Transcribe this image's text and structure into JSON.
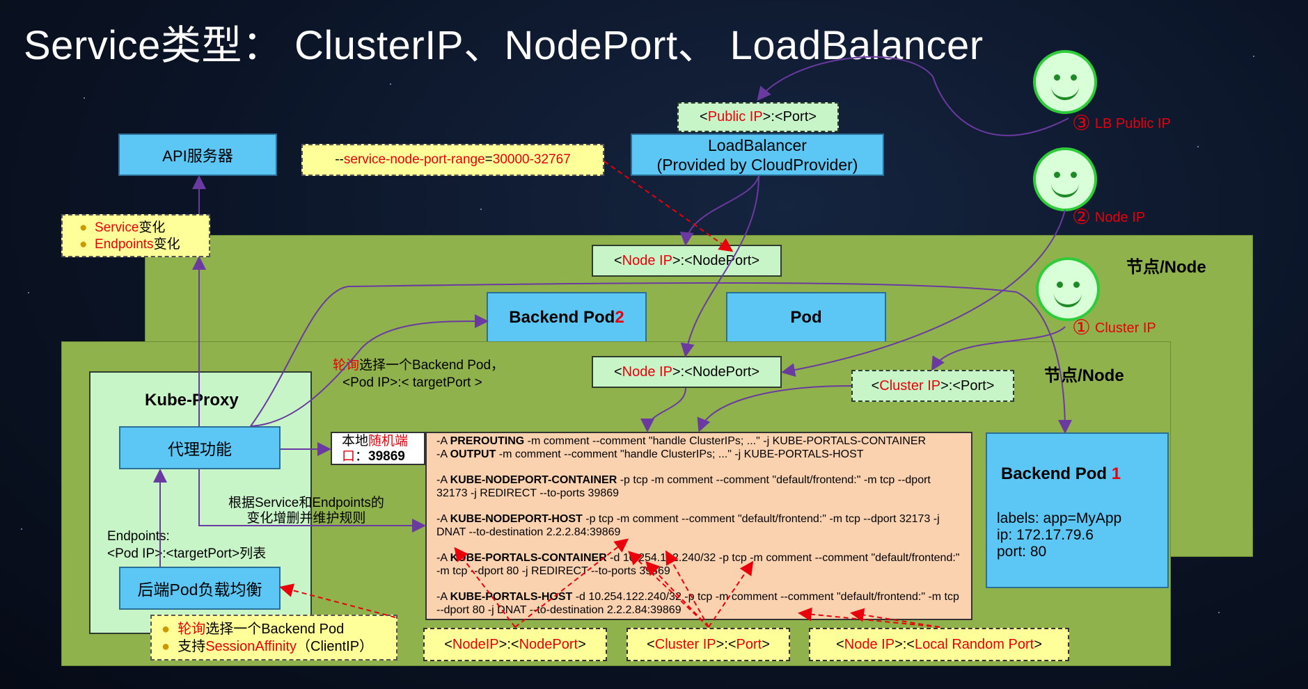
{
  "title": "Service类型： ClusterIP、NodePort、 LoadBalancer",
  "api_server": "API服务器",
  "node_port_range": {
    "prefix": "--",
    "key": "service-node-port-range",
    "eq": "=",
    "value": "30000-32767"
  },
  "watch_notes": [
    {
      "red": "Service",
      "text": "变化"
    },
    {
      "red": "Endpoints",
      "text": "变化"
    }
  ],
  "public_ip_box": {
    "open": "<",
    "red": "Public IP",
    "rest": ">:<Port>"
  },
  "load_balancer": {
    "line1": "LoadBalancer",
    "line2": "(Provided by CloudProvider)"
  },
  "nodeport_top": {
    "open": "<",
    "red": "Node IP",
    "rest": ">:<NodePort>"
  },
  "nodeport_mid": {
    "open": "<",
    "red": "Node IP",
    "rest": ">:<NodePort>"
  },
  "cluster_ip_box": {
    "open": "<",
    "red": "Cluster IP",
    "rest": ">:<Port>"
  },
  "node_labels": {
    "back": "节点/Node",
    "front": "节点/Node"
  },
  "backend_pod_2": {
    "text": "Backend Pod ",
    "num": "2"
  },
  "pod": "Pod",
  "backend_pod_1": {
    "text": "Backend Pod ",
    "num": "1",
    "labels": "labels: app=MyApp",
    "ip": "ip: 172.17.79.6",
    "port": "port: 80"
  },
  "kube_proxy": {
    "title": "Kube-Proxy",
    "proxy_func": "代理功能",
    "lb_func": "后端Pod负载均衡",
    "endpoints_line1": "Endpoints:",
    "endpoints_line2": "<Pod IP>:<targetPort>列表"
  },
  "round_robin_note": {
    "red": "轮询",
    "line1": "选择一个Backend Pod，",
    "line2": "<Pod IP>:< targetPort >"
  },
  "local_port": {
    "prefix": "本地",
    "red": "随机端口",
    "sep": "：",
    "value": "39869"
  },
  "rules_note": {
    "line1": "根据Service和Endpoints的",
    "line2": "变化增删并维护规则"
  },
  "iptables": [
    {
      "pre": "-A ",
      "bold": "PREROUTING",
      "rest": " -m comment --comment   \"handle ClusterIPs; ...\" -j KUBE-PORTALS-CONTAINER"
    },
    {
      "pre": "-A ",
      "bold": "OUTPUT",
      "rest": " -m comment --comment \"handle ClusterIPs; ...\" -j KUBE-PORTALS-HOST"
    },
    {
      "pre": "-A ",
      "bold": "KUBE-NODEPORT-CONTAINER",
      "rest": " -p tcp -m comment --comment \"default/frontend:\" -m tcp --dport 32173 -j REDIRECT --to-ports 39869"
    },
    {
      "pre": "-A ",
      "bold": "KUBE-NODEPORT-HOST",
      "rest": " -p tcp -m comment --comment \"default/frontend:\" -m tcp --dport 32173 -j DNAT --to-destination 2.2.2.84:39869"
    },
    {
      "pre": "-A ",
      "bold": "KUBE-PORTALS-CONTAINER",
      "rest": " -d 10.254.122.240/32 -p tcp -m comment --comment \"default/frontend:\" -m tcp --dport 80 -j REDIRECT --to-ports 39869"
    },
    {
      "pre": "-A ",
      "bold": "KUBE-PORTALS-HOST",
      "rest": " -d 10.254.122.240/32  -p tcp -m comment --comment \"default/frontend:\" -m tcp --dport 80 -j DNAT --to-destination 2.2.2.84:39869"
    }
  ],
  "lb_note": [
    {
      "red": "轮询",
      "text": "选择一个Backend Pod"
    },
    {
      "pre": "支持",
      "red": "SessionAffinity",
      "text": "（ClientIP）"
    }
  ],
  "bottom_boxes": [
    {
      "open": "<",
      "red": "NodeIP",
      "mid": ">:<",
      "red2": "NodePort",
      "close": ">"
    },
    {
      "open": "<",
      "red": "Cluster IP",
      "mid": ">:<",
      "red2": "Port",
      "close": ">"
    },
    {
      "open": "<",
      "red": "Node IP",
      "mid": ">:<",
      "red2": "Local Random Port",
      "close": ">"
    }
  ],
  "clients": [
    {
      "circle": "③",
      "label": "LB Public IP"
    },
    {
      "circle": "②",
      "label": "Node IP"
    },
    {
      "circle": "①",
      "label": "Cluster IP"
    }
  ],
  "colors": {
    "node_green": "#8fb24c",
    "pod_blue": "#5cc7f5",
    "mint": "#c8f5c8",
    "note_yellow": "#ffff99",
    "iptables_peach": "#fbd2b0",
    "accent_red": "#e8000b",
    "arrow_purple": "#6a3aa0"
  }
}
